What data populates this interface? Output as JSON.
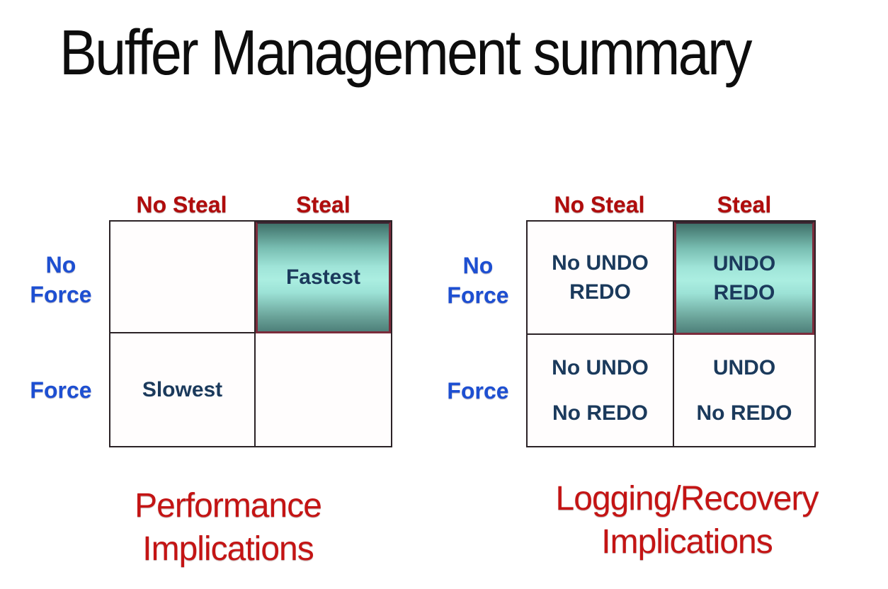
{
  "title": "Buffer Management summary",
  "colors": {
    "title_text": "#0d0d0d",
    "header_red": "#b00c0c",
    "caption_red": "#c41414",
    "label_blue": "#1d4fd2",
    "cell_text": "#1b3a5c",
    "grid_line": "#2b2226",
    "highlight_border": "#7b2b3b",
    "highlight_gradient_top": "#3f7069",
    "highlight_gradient_mid": "#abeee1",
    "highlight_gradient_bottom": "#4e807a"
  },
  "left_matrix": {
    "headers": {
      "col1": "No Steal",
      "col2": "Steal"
    },
    "rows": {
      "row1": "No Force",
      "row2": "Force"
    },
    "cells": {
      "r1c1": "",
      "r1c2": "Fastest",
      "r2c1": "Slowest",
      "r2c2": ""
    },
    "caption_line1": "Performance",
    "caption_line2": "Implications"
  },
  "right_matrix": {
    "headers": {
      "col1": "No Steal",
      "col2": "Steal"
    },
    "rows": {
      "row1": "No Force",
      "row2": "Force"
    },
    "cells": {
      "r1c1_line1": "No UNDO",
      "r1c1_line2": "REDO",
      "r1c2_line1": "UNDO",
      "r1c2_line2": "REDO",
      "r2c1_line1": "No UNDO",
      "r2c1_line2": "No REDO",
      "r2c2_line1": "UNDO",
      "r2c2_line2": "No REDO"
    },
    "caption_line1": "Logging/Recovery",
    "caption_line2": "Implications"
  }
}
